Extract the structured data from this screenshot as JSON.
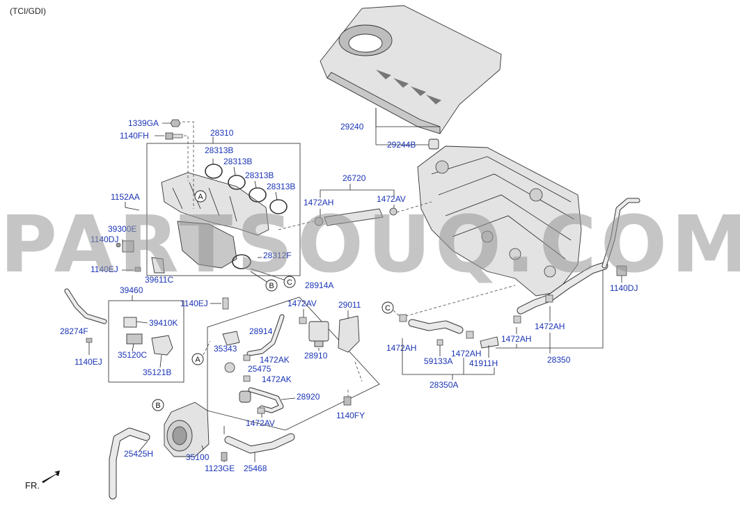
{
  "variant": "(TCI/GDI)",
  "direction_label": "FR.",
  "watermark": "PARTSOUQ.COM",
  "circle_refs": {
    "a1": "A",
    "a2": "A",
    "b1": "B",
    "b2": "B",
    "c1": "C",
    "c2": "C"
  },
  "part_labels": {
    "p29240": "29240",
    "p29244B": "29244B",
    "p1339GA": "1339GA",
    "p1140FH": "1140FH",
    "p28310": "28310",
    "p28313B_1": "28313B",
    "p28313B_2": "28313B",
    "p28313B_3": "28313B",
    "p28313B_4": "28313B",
    "p1152AA": "1152AA",
    "p39300E": "39300E",
    "p1140DJ_1": "1140DJ",
    "p1140EJ_1": "1140EJ",
    "p39611C": "39611C",
    "p28312F": "28312F",
    "p26720": "26720",
    "p1472AH_top": "1472AH",
    "p1472AV_top": "1472AV",
    "p39460": "39460",
    "p28274F": "28274F",
    "p39410K": "39410K",
    "p1140EJ_2": "1140EJ",
    "p35120C": "35120C",
    "p35121B": "35121B",
    "p1140EJ_3": "1140EJ",
    "p28914A": "28914A",
    "p1472AV_mid": "1472AV",
    "p29011": "29011",
    "p28914": "28914",
    "p35343": "35343",
    "p1472AK_1": "1472AK",
    "p25475": "25475",
    "p28910": "28910",
    "p1472AK_2": "1472AK",
    "p28920": "28920",
    "p1472AV_bot": "1472AV",
    "p1140FY": "1140FY",
    "p25425H": "25425H",
    "p35100": "35100",
    "p1123GE": "1123GE",
    "p25468": "25468",
    "p1472AH_a": "1472AH",
    "p59133A": "59133A",
    "p1472AH_b": "1472AH",
    "p41911H": "41911H",
    "p28350A": "28350A",
    "p1472AH_c": "1472AH",
    "p1472AH_d": "1472AH",
    "p28350": "28350",
    "p1140DJ_2": "1140DJ"
  }
}
